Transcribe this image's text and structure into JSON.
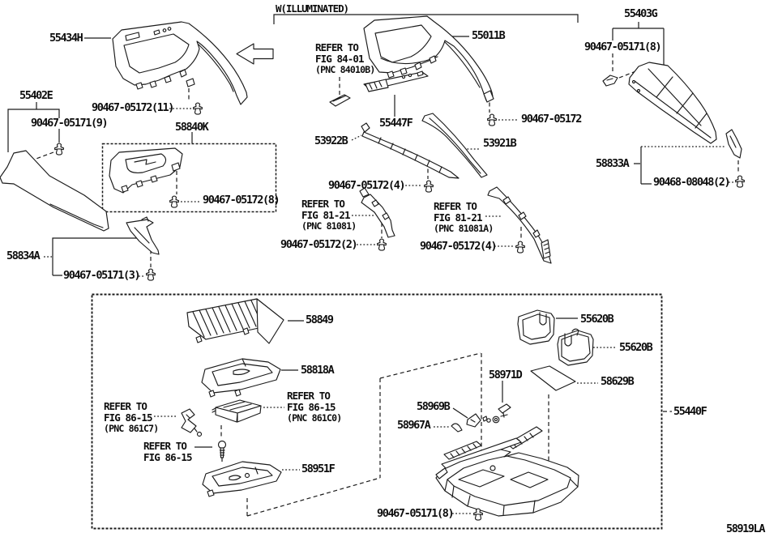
{
  "figure": {
    "code": "58919LA",
    "note": "W(ILLUMINATED)"
  },
  "parts": {
    "p55434h": "55434H",
    "p55402e": "55402E",
    "p58840k": "58840K",
    "p58834a": "58834A",
    "p55011b": "55011B",
    "p55447f": "55447F",
    "p53922b": "53922B",
    "p53921b": "53921B",
    "p55403g": "55403G",
    "p58833a": "58833A",
    "p58849": "58849",
    "p58818a": "58818A",
    "p58951f": "58951F",
    "p55620b_1": "55620B",
    "p55620b_2": "55620B",
    "p58629b": "58629B",
    "p58971d": "58971D",
    "p58969b": "58969B",
    "p58967a": "58967A",
    "p55440f": "55440F"
  },
  "fasteners": {
    "f05171_9": "90467-05171(9)",
    "f05171_3": "90467-05171(3)",
    "f05171_8_top": "90467-05171(8)",
    "f05171_8_bottom": "90467-05171(8)",
    "f05172_11": "90467-05172(11)",
    "f05172_8": "90467-05172(8)",
    "f05172_plain": "90467-05172",
    "f05172_4_left": "90467-05172(4)",
    "f05172_4_right": "90467-05172(4)",
    "f05172_2": "90467-05172(2)",
    "f08048_2": "90468-08048(2)"
  },
  "references": {
    "fig84": {
      "l1": "REFER TO",
      "l2": "FIG 84-01",
      "l3": "(PNC 84010B)"
    },
    "fig81_left": {
      "l1": "REFER TO",
      "l2": "FIG 81-21",
      "l3": "(PNC 81081)"
    },
    "fig81_right": {
      "l1": "REFER TO",
      "l2": "FIG 81-21",
      "l3": "(PNC 81081A)"
    },
    "fig86_left": {
      "l1": "REFER TO",
      "l2": "FIG 86-15",
      "l3": "(PNC 861C7)"
    },
    "fig86_center": {
      "l1": "REFER TO",
      "l2": "FIG 86-15",
      "l3": "(PNC 861C0)"
    },
    "fig86_bottom": {
      "l1": "REFER TO",
      "l2": "FIG 86-15"
    }
  }
}
